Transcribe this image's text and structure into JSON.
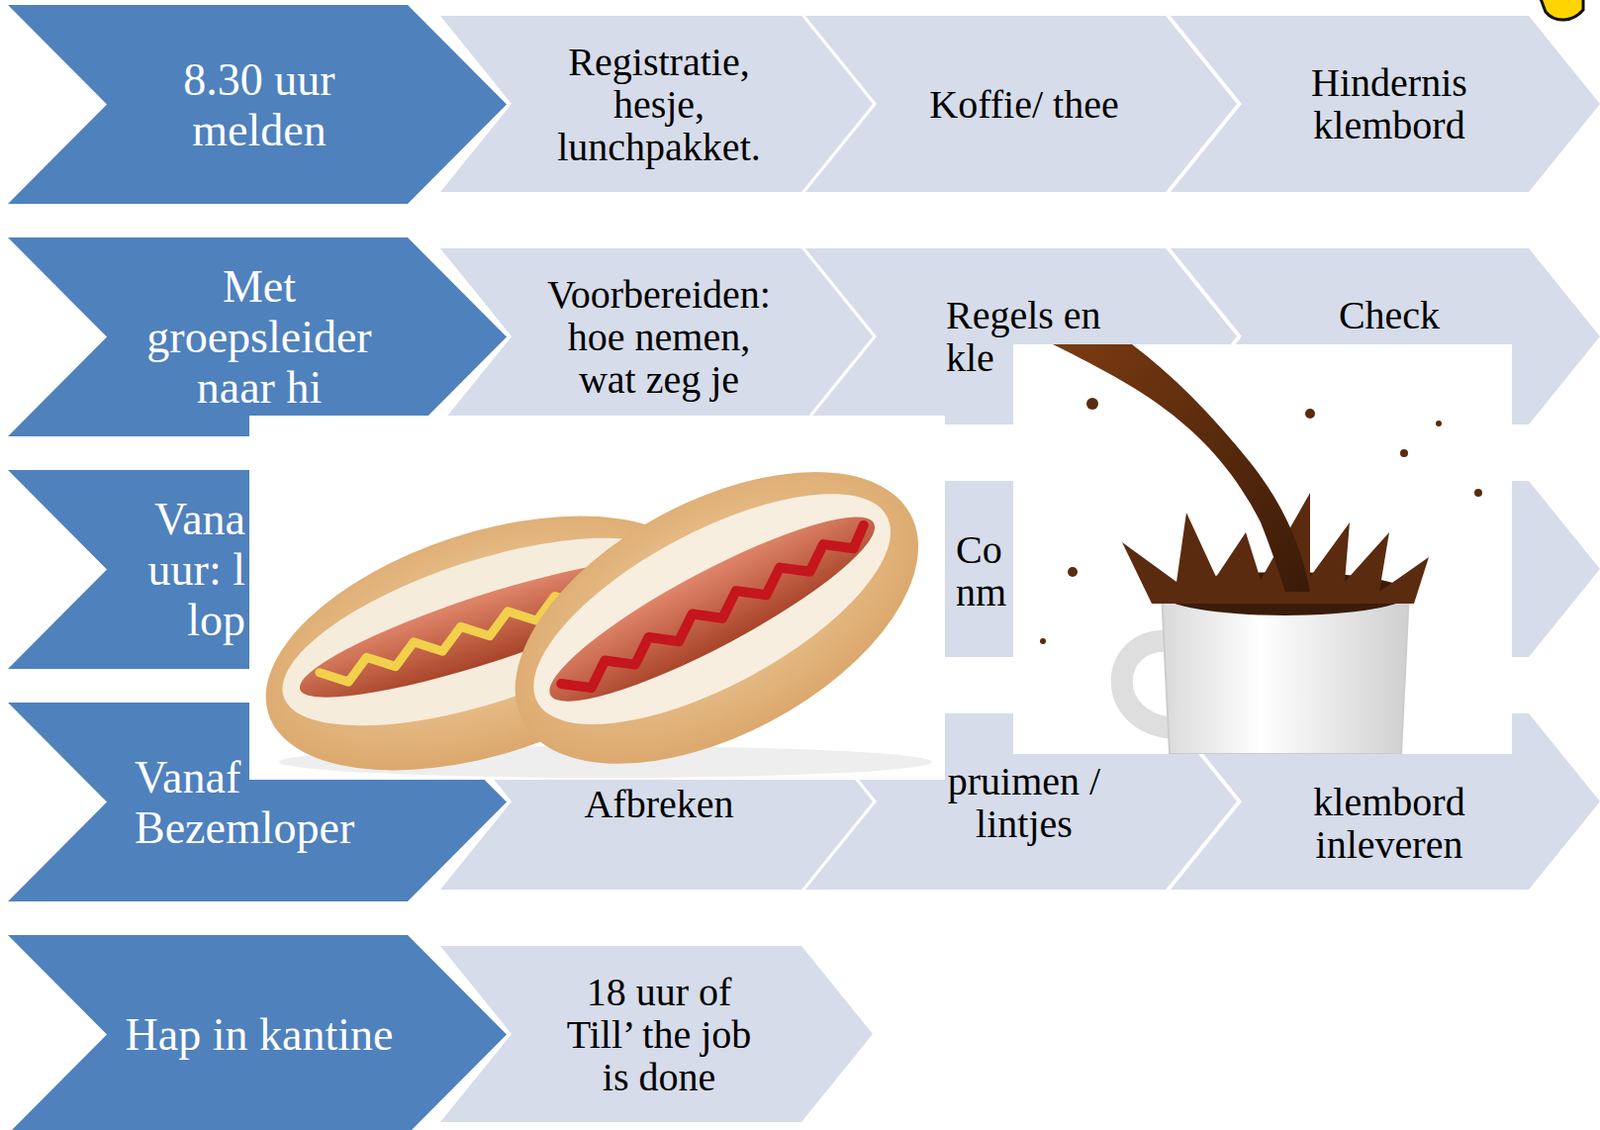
{
  "diagram": {
    "nodes": [
      {
        "text": [
          "8.30 uur melden"
        ]
      },
      {
        "text": [
          "Registratie, hesje, lunchpakket."
        ]
      },
      {
        "text": [
          "Koffie/ thee"
        ]
      },
      {
        "text": [
          "Hindernis klembord"
        ]
      },
      {
        "text": [
          "Met groepsleider naar hi"
        ]
      },
      {
        "text": [
          "Voorbereiden: hoe nemen, wat zeg je"
        ]
      },
      {
        "text": [
          "Regels en kle"
        ]
      },
      {
        "text": [
          "Check"
        ]
      },
      {
        "text": [
          "Vana uur: l lop"
        ]
      },
      {
        "text": [
          "Co nm"
        ]
      },
      {
        "text": [
          "Vanaf Bezemloper"
        ]
      },
      {
        "text": [
          "Afbreken"
        ]
      },
      {
        "text": [
          "pruimen / lintjes"
        ]
      },
      {
        "text": [
          "klembord inleveren"
        ]
      },
      {
        "text": [
          "Hap in kantine"
        ]
      },
      {
        "text": [
          "18 uur of Till’ the job is done"
        ]
      }
    ]
  }
}
